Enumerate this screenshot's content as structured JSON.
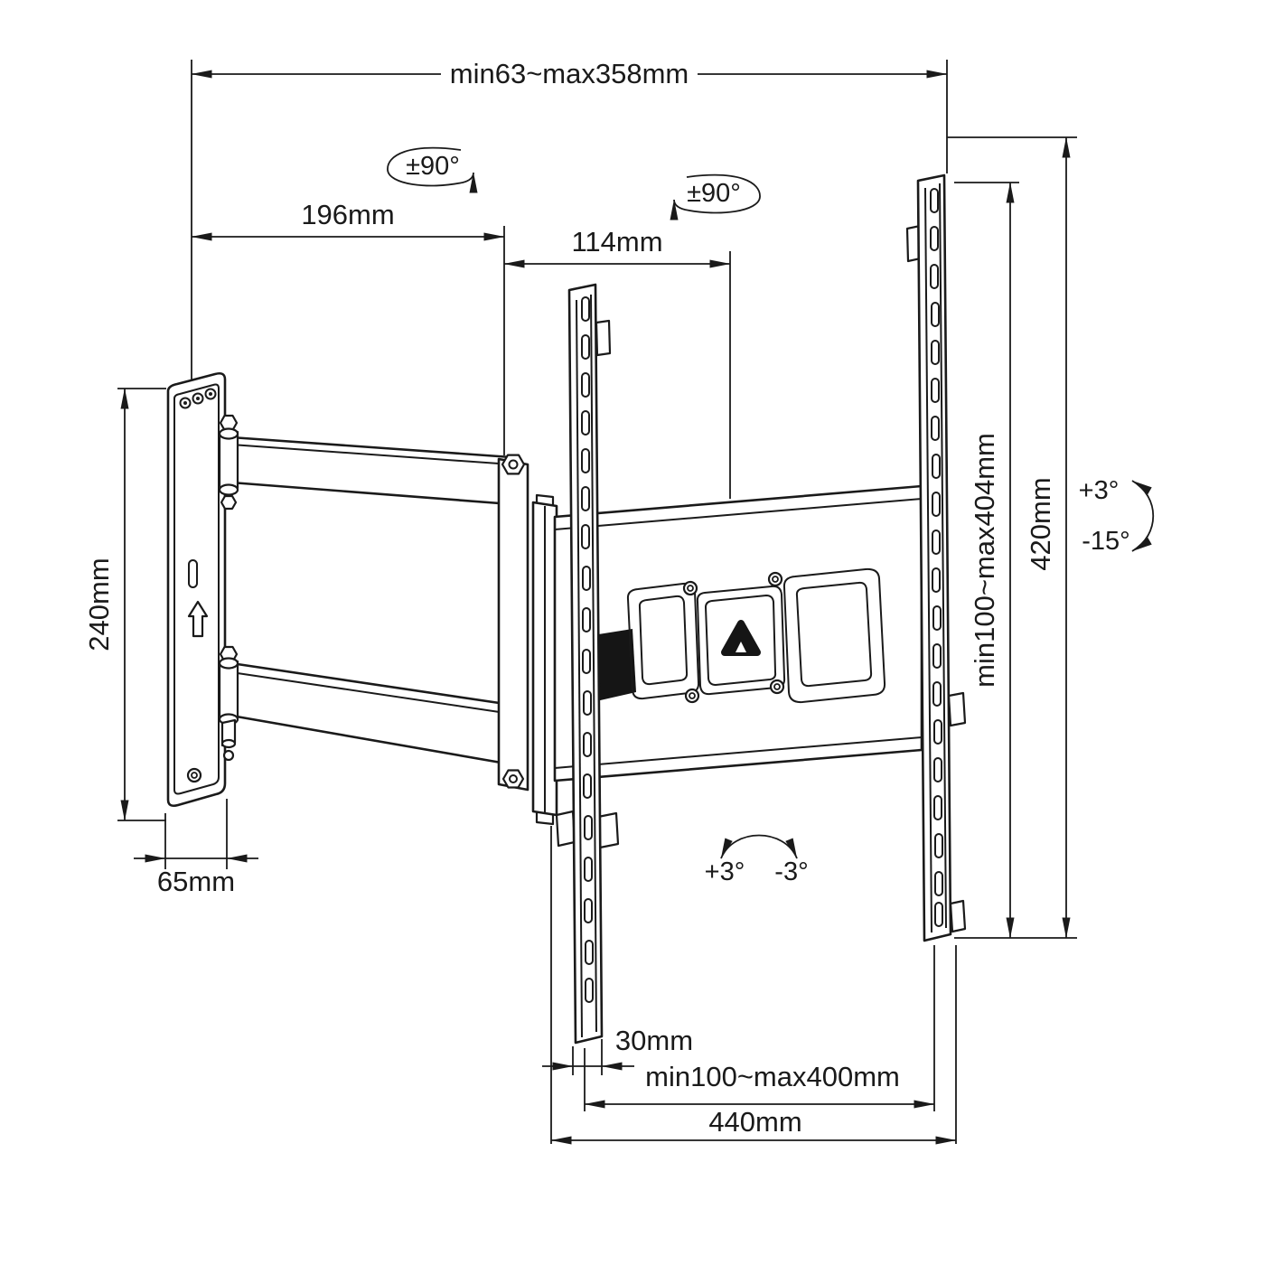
{
  "diagram": {
    "type": "technical-dimension-drawing",
    "subject": "full-motion TV wall mount bracket",
    "colors": {
      "line": "#1a1a1a",
      "background": "#ffffff",
      "cutout_shadow": "#151515"
    },
    "dims": {
      "extension": "min63~max358mm",
      "swivel_left": "±90°",
      "swivel_right": "±90°",
      "arm_length": "196mm",
      "arm_offset": "114mm",
      "wall_plate_height": "240mm",
      "wall_plate_width": "65mm",
      "vesa_vertical": "min100~max404mm",
      "bracket_height": "420mm",
      "tilt_up": "+3°",
      "tilt_down": "-15°",
      "level_plus": "+3°",
      "level_minus": "-3°",
      "rail_width": "30mm",
      "vesa_horizontal": "min100~max400mm",
      "bracket_width": "440mm"
    },
    "icons": {
      "orientation_arrow": "up-arrow outline on wall plate",
      "brand_logo": "dark rounded triangle on center pad",
      "rotation_arrows": "elliptical arc with arrowhead",
      "tilt_arrow": "vertical double-headed arc",
      "level_arrow": "horizontal double-headed arc"
    }
  }
}
